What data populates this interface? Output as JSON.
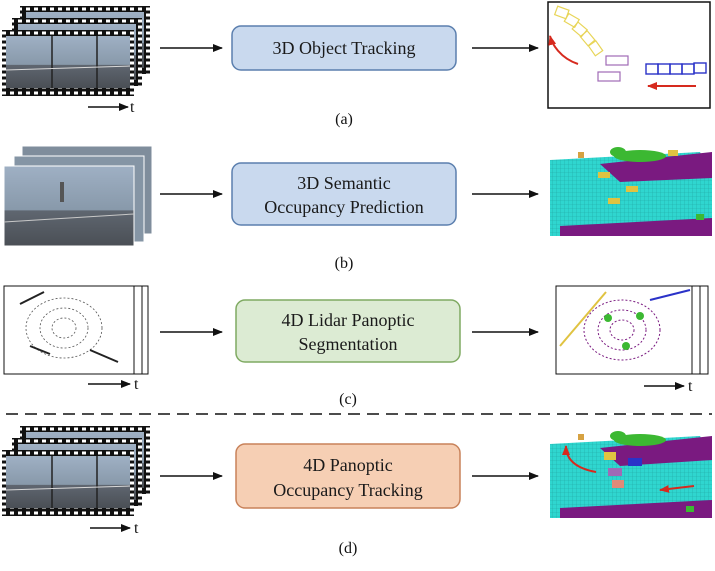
{
  "rows": [
    {
      "caption": "(a)",
      "box_lines": [
        "3D Object Tracking"
      ],
      "box_fill": "#c9d9ee",
      "box_stroke": "#5b7fae",
      "time_label": "t"
    },
    {
      "caption": "(b)",
      "box_lines": [
        "3D Semantic",
        "Occupancy Prediction"
      ],
      "box_fill": "#c9d9ee",
      "box_stroke": "#5b7fae"
    },
    {
      "caption": "(c)",
      "box_lines": [
        "4D Lidar Panoptic",
        "Segmentation"
      ],
      "box_fill": "#dcebd3",
      "box_stroke": "#7faa62",
      "time_label_left": "t",
      "time_label_right": "t"
    },
    {
      "caption": "(d)",
      "box_lines": [
        "4D Panoptic",
        "Occupancy Tracking"
      ],
      "box_fill": "#f6cfb4",
      "box_stroke": "#c8825a",
      "time_label": "t"
    }
  ],
  "colors": {
    "arrow": "#111111",
    "red_arrow": "#d62a1e",
    "occ_cyan": "#2fd6cf",
    "occ_purple": "#7a1a80",
    "occ_green": "#3cb832",
    "occ_yellow": "#e0c341",
    "box_yellow": "#e8d558",
    "box_blue": "#2a32c8",
    "box_purple": "#a06ab6"
  }
}
